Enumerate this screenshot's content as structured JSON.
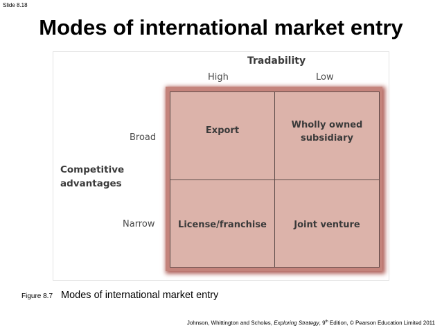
{
  "slide": {
    "number": "Slide 8.18",
    "title": "Modes of international market entry"
  },
  "diagram": {
    "column_axis_title": "Tradability",
    "column_headers": [
      "High",
      "Low"
    ],
    "row_axis_title": "Competitive advantages",
    "row_headers": [
      "Broad",
      "Narrow"
    ],
    "cells": {
      "broad_high": "Export",
      "broad_low": "Wholly owned subsidiary",
      "narrow_high": "License/franchise",
      "narrow_low": "Joint venture"
    },
    "colors": {
      "cell_fill": "#dcb3aa",
      "border_glow": "#c4837b",
      "label_text": "#3a3a3a"
    }
  },
  "caption": {
    "figure_number": "Figure 8.7",
    "text": "Modes of international market entry"
  },
  "footer": {
    "authors": "Johnson, Whittington and Scholes, ",
    "book_title": "Exploring Strategy",
    "edition_num": ", 9",
    "edition_sup": "th",
    "edition_rest": " Edition, © Pearson Education Limited 2011"
  }
}
